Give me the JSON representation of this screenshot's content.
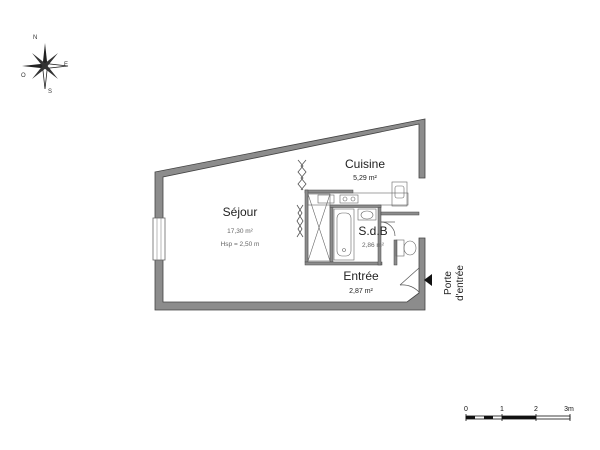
{
  "compass": {
    "north": "N",
    "east": "E",
    "south": "S",
    "west": "O"
  },
  "rooms": {
    "sejour": {
      "name": "Séjour",
      "area": "17,30 m²",
      "height": "Hsp = 2,50 m"
    },
    "cuisine": {
      "name": "Cuisine",
      "area": "5,29 m²"
    },
    "sdb": {
      "name": "S.d.B",
      "area": "2,86 m²"
    },
    "entree": {
      "name": "Entrée",
      "area": "2,87 m²"
    }
  },
  "entrance": {
    "line1": "Porte",
    "line2": "d'entrée"
  },
  "scale": {
    "ticks": [
      "0",
      "1",
      "2",
      "3m"
    ]
  },
  "colors": {
    "wall": "#8c8c8c",
    "wall_outline": "#444444",
    "text": "#222222"
  }
}
